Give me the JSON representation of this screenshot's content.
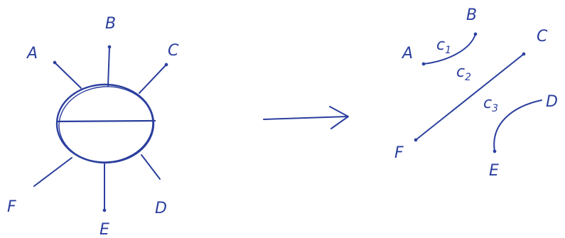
{
  "colors": {
    "ink": "#2b3f9e",
    "background": "#ffffff"
  },
  "left_diagram": {
    "labels": {
      "a": "A",
      "b": "B",
      "c": "C",
      "d": "D",
      "e": "E",
      "f": "F"
    }
  },
  "right_diagram": {
    "labels": {
      "a": "A",
      "b": "B",
      "c": "C",
      "d": "D",
      "e": "E",
      "f": "F"
    },
    "curves": {
      "c1": {
        "main": "c",
        "sub": "1"
      },
      "c2": {
        "main": "c",
        "sub": "2"
      },
      "c3": {
        "main": "c",
        "sub": "3"
      }
    }
  }
}
